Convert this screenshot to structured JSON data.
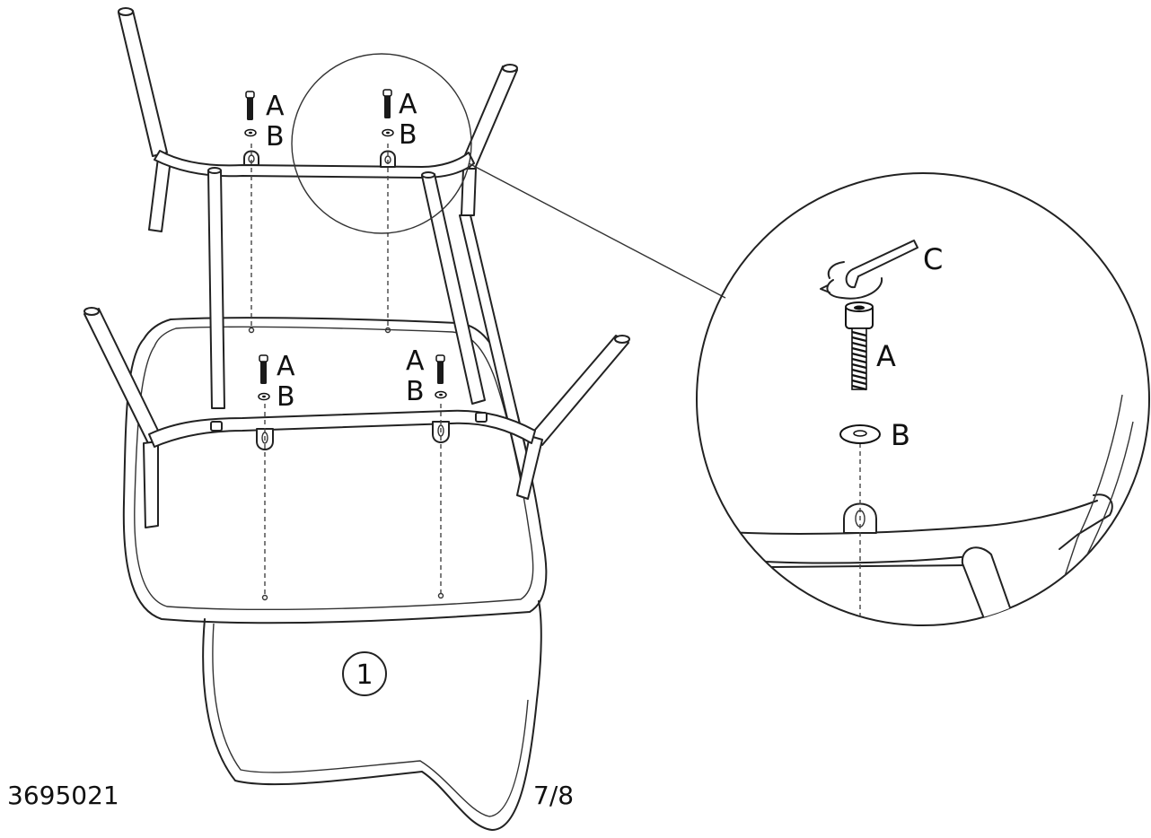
{
  "diagram": {
    "labels": {
      "screw": "A",
      "washer": "B",
      "allen_key": "C"
    },
    "step_number": "1",
    "article_number": "3695021",
    "page": "7/8"
  }
}
